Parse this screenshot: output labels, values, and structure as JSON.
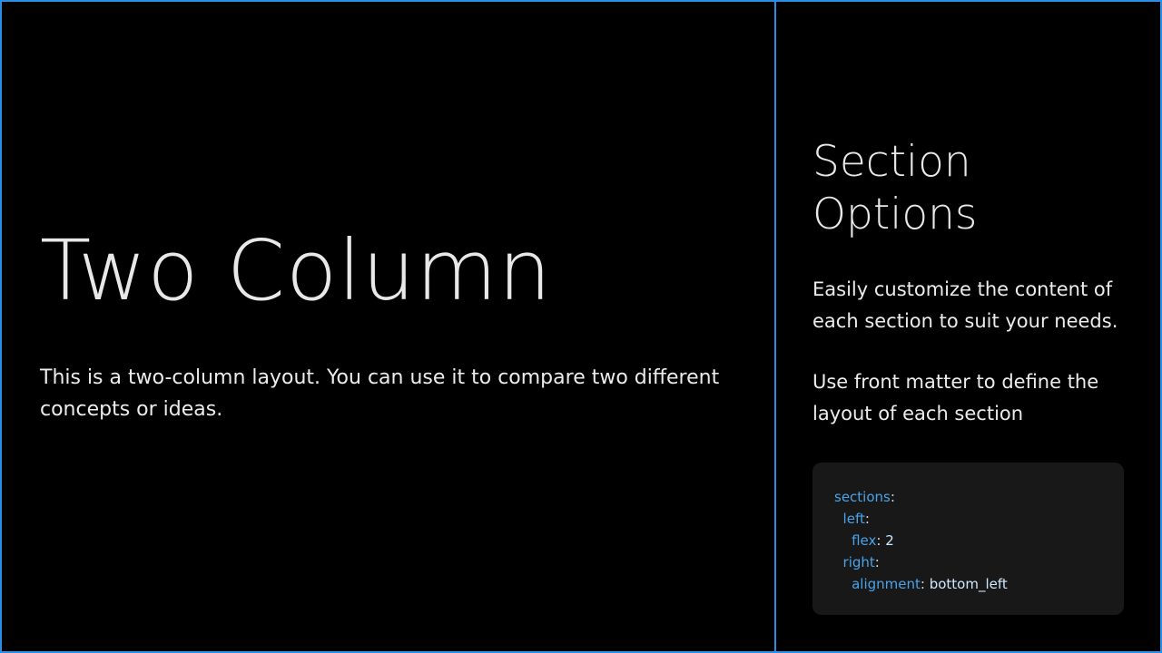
{
  "left": {
    "title": "Two Column",
    "text": "This is a two-column layout. You can use it to compare two different concepts or ideas."
  },
  "right": {
    "title": "Section Options",
    "paragraphs": [
      "Easily customize the content of each section to suit your needs.",
      "Use front matter to define the layout of each section"
    ],
    "code": {
      "lines": [
        {
          "indent": "",
          "key": "sections",
          "sep": ":",
          "value": ""
        },
        {
          "indent": "  ",
          "key": "left",
          "sep": ":",
          "value": ""
        },
        {
          "indent": "    ",
          "key": "flex",
          "sep": ": ",
          "value": "2"
        },
        {
          "indent": "  ",
          "key": "right",
          "sep": ":",
          "value": ""
        },
        {
          "indent": "    ",
          "key": "alignment",
          "sep": ": ",
          "value": "bottom_left"
        }
      ]
    }
  },
  "colors": {
    "accent_border": "#2b8ee6",
    "background": "#000000",
    "text": "#e6e6e6",
    "code_background": "#181818",
    "code_key": "#4aa3e8",
    "code_value": "#cfe8ff"
  }
}
